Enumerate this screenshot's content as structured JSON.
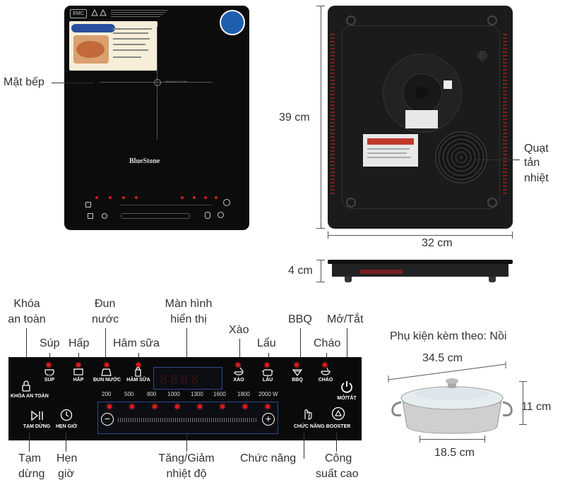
{
  "labels": {
    "mat_bep": "Mặt bếp",
    "quat_1": "Quạt",
    "quat_2": "tản",
    "quat_3": "nhiệt",
    "khoa_1": "Khóa",
    "khoa_2": "an toàn",
    "sup": "Súp",
    "hap": "Hấp",
    "dun_1": "Đun",
    "dun_2": "nước",
    "ham_sua": "Hâm sữa",
    "man_hinh_1": "Màn hình",
    "man_hinh_2": "hiển thị",
    "xao": "Xào",
    "lau": "Lẩu",
    "bbq": "BBQ",
    "chao": "Cháo",
    "mo_tat": "Mở/Tắt",
    "tam_1": "Tạm",
    "tam_2": "dừng",
    "hen_1": "Hẹn",
    "hen_2": "giờ",
    "tang_1": "Tăng/Giảm",
    "tang_2": "nhiệt độ",
    "chuc_nang": "Chức năng",
    "cong_1": "Công",
    "cong_2": "suất cao",
    "phu_kien": "Phụ kiện kèm theo: Nồi"
  },
  "dimensions": {
    "height": "39 cm",
    "width": "32 cm",
    "thickness": "4 cm",
    "pot_width": "34.5 cm",
    "pot_height": "11 cm",
    "pot_base": "18.5 cm"
  },
  "cooktop": {
    "emc": "EMC",
    "brand": "BlueStone",
    "induction": "INDUCTION"
  },
  "panel": {
    "khoa": "KHÓA AN TOÀN",
    "sup": "SÚP",
    "hap": "HẤP",
    "dun": "ĐUN NƯỚC",
    "ham": "HÂM SỮA",
    "xao": "XÀO",
    "lau": "LẨU",
    "bbq": "BBQ",
    "chao": "CHÁO",
    "motat": "MỞ/TẮT",
    "tamdung": "TẠM DỪNG",
    "hengio": "HẸN GIỜ",
    "chucnang": "CHỨC NĂNG",
    "booster": "BOOSTER",
    "power_levels": [
      "200",
      "500",
      "800",
      "1000",
      "1300",
      "1600",
      "1800",
      "2000 W"
    ]
  },
  "colors": {
    "panel": "#0a0a0a",
    "led": "#e01818",
    "label": "#333333"
  }
}
